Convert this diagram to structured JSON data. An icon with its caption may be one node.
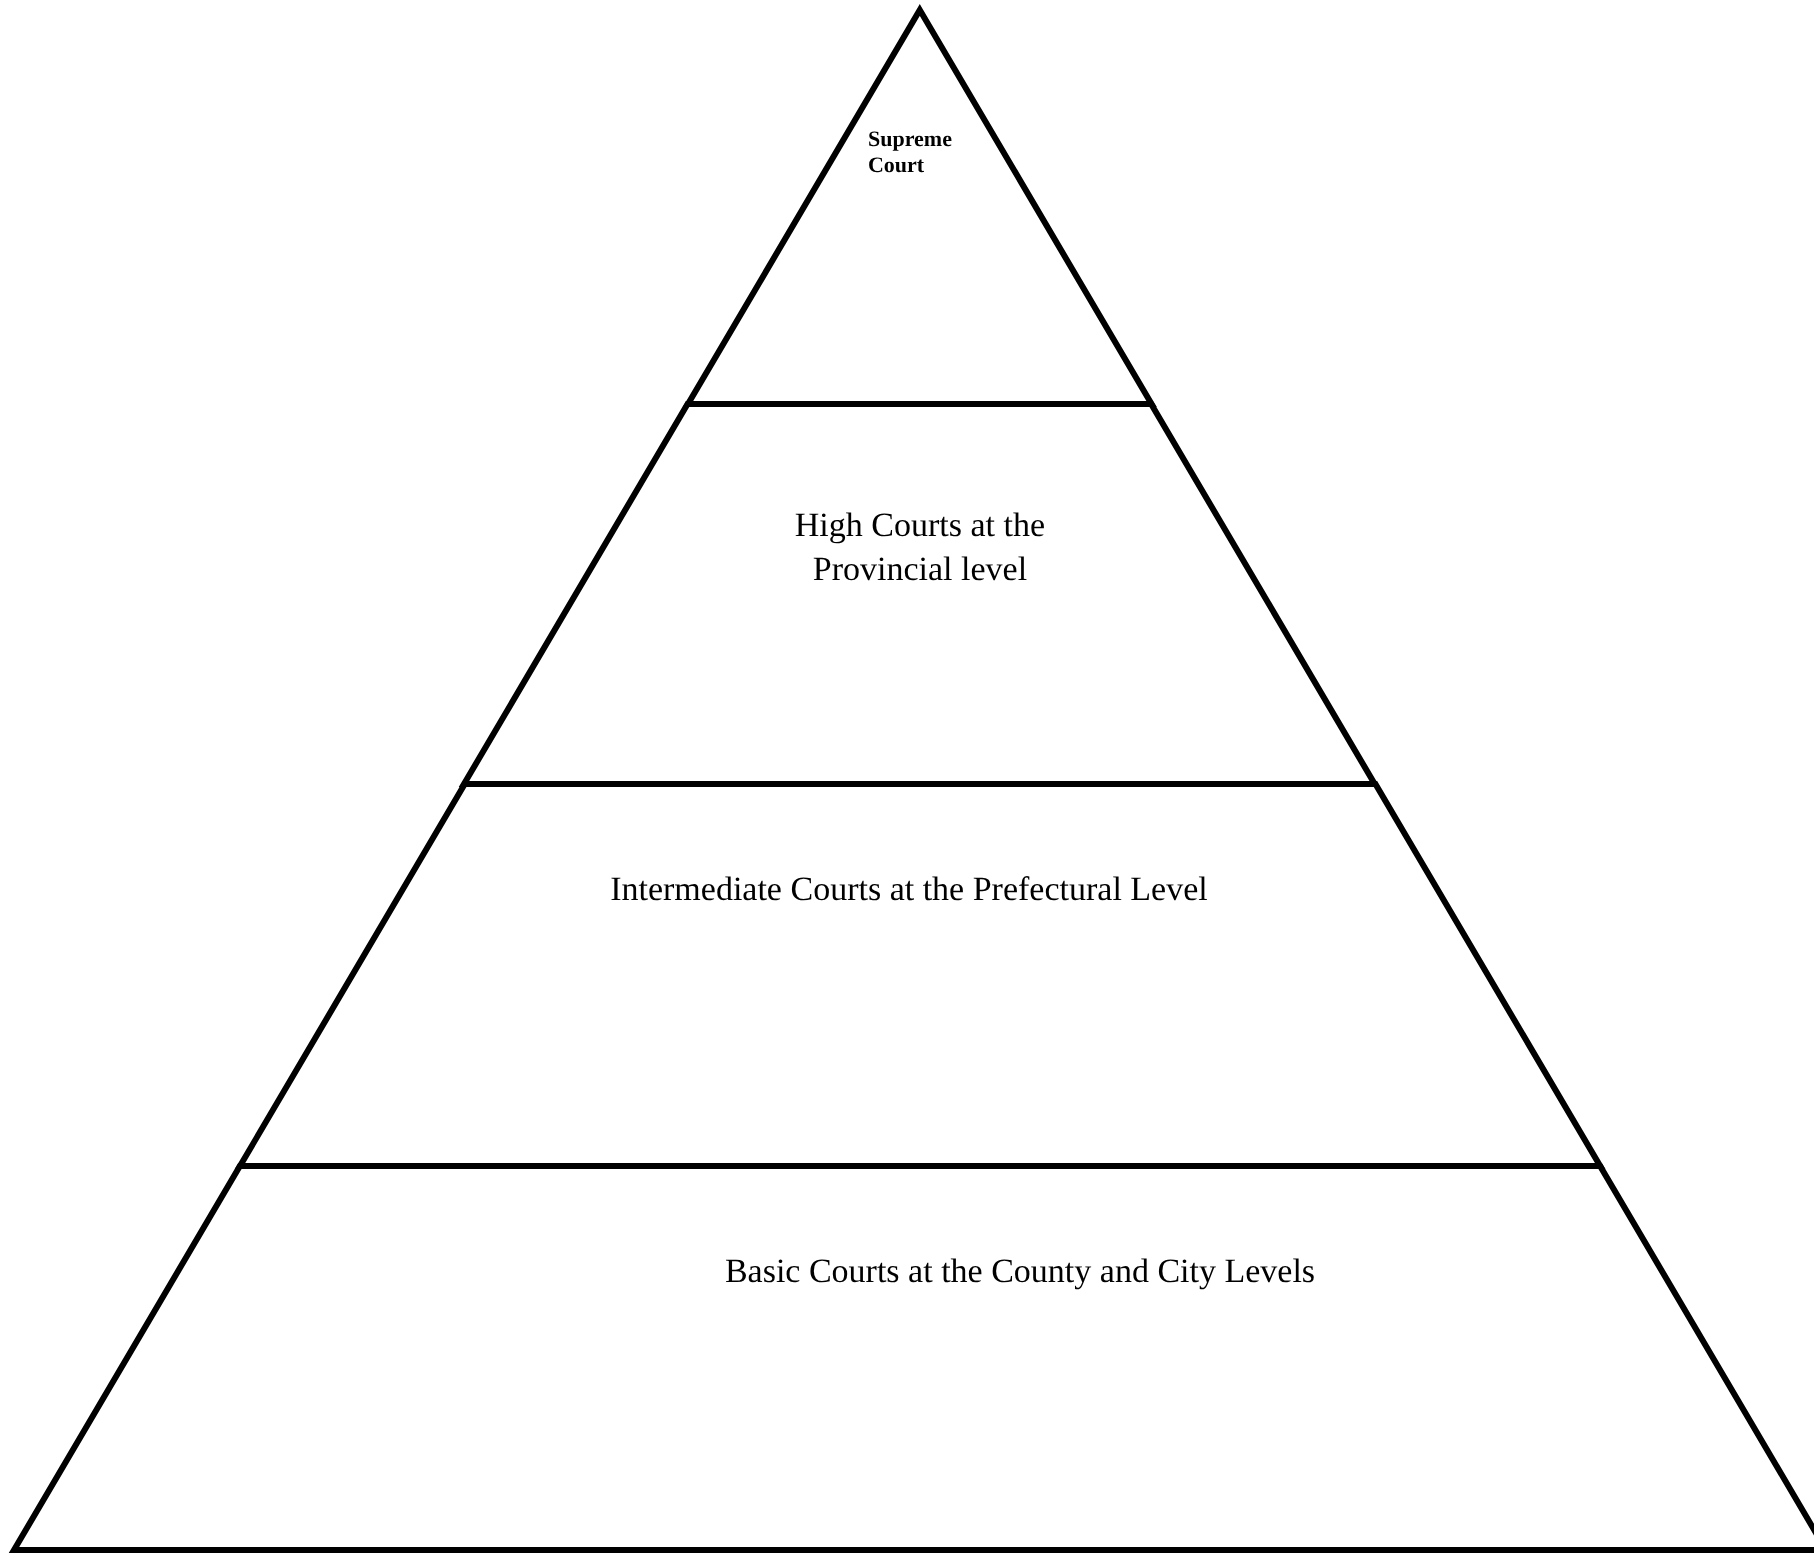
{
  "diagram": {
    "nodes": [
      {
        "text": [
          "Supreme Court"
        ]
      },
      {
        "text": [
          "High Courts at the Provincial level"
        ]
      },
      {
        "text": [
          "Intermediate Courts at the Prefectural Level"
        ]
      },
      {
        "text": [
          "Basic Courts at the County and City Levels"
        ]
      }
    ]
  }
}
